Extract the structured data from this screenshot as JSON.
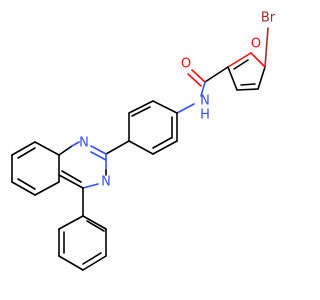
{
  "atoms": {
    "br": {
      "text": "Br",
      "color": "#a62929"
    },
    "o_ring": {
      "text": "O",
      "color": "#ff0d0d"
    },
    "o_carbonyl": {
      "text": "O",
      "color": "#ff0d0d"
    },
    "nh": {
      "text": "N",
      "h": "H",
      "color": "#3050f8"
    },
    "n_upper": {
      "text": "N",
      "color": "#3050f8"
    },
    "n_lower": {
      "text": "N",
      "color": "#3050f8"
    }
  }
}
